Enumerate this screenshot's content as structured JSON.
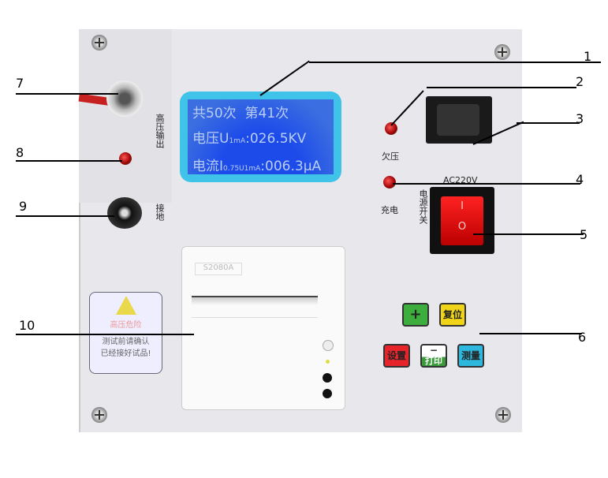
{
  "lcd": {
    "line1_a": "共50次",
    "line1_b": "第41次",
    "line2_label": "电压U",
    "line2_sub": "1mA",
    "line2_value": ":026.5KV",
    "line3_label": "电流I",
    "line3_sub": "0.75U1mA",
    "line3_value": ":006.3μA"
  },
  "labels": {
    "hv_output": "高压输出",
    "ground": "接地",
    "undervoltage": "欠压",
    "charging": "充电",
    "ac": "AC220V",
    "power_switch": "电源开关",
    "switch_on": "I",
    "switch_off": "O"
  },
  "buttons": {
    "plus": "+",
    "reset": "复位",
    "set": "设置",
    "minus": "−",
    "print": "打印",
    "measure": "测量"
  },
  "warning": {
    "title": "高压危险",
    "line1": "测试前请确认",
    "line2": "已经接好试品!"
  },
  "printer": {
    "model": "S2080A"
  },
  "callouts": [
    "1",
    "2",
    "3",
    "4",
    "5",
    "6",
    "7",
    "8",
    "9",
    "10"
  ]
}
